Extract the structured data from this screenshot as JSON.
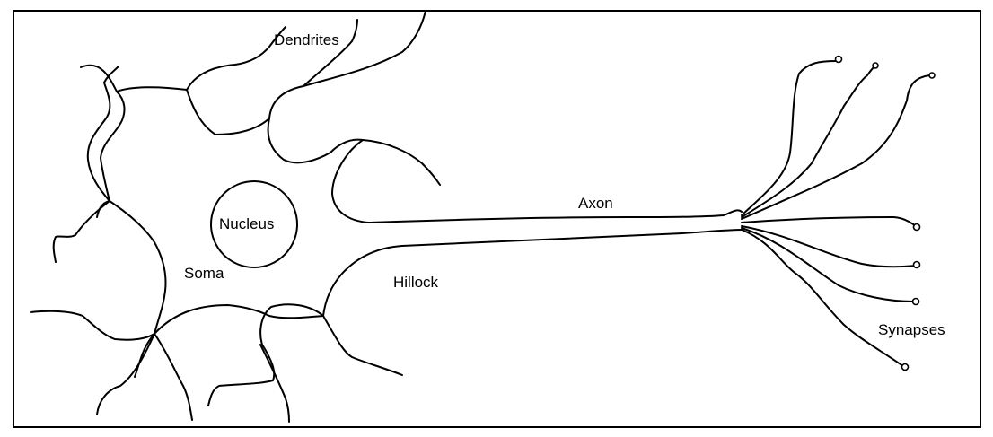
{
  "labels": {
    "dendrites": "Dendrites",
    "nucleus": "Nucleus",
    "soma": "Soma",
    "axon": "Axon",
    "hillock": "Hillock",
    "synapses": "Synapses"
  },
  "colors": {
    "line": "#000000",
    "background": "#ffffff"
  }
}
